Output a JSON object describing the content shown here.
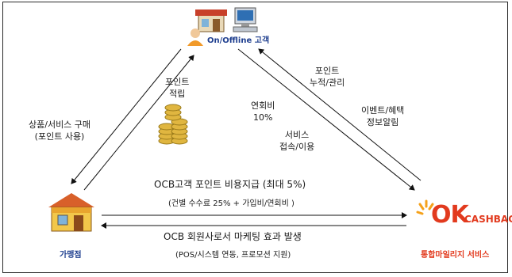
{
  "nodes": {
    "customer": "On/Offline 고객",
    "merchant": "가맹점",
    "ocb_logo_ok": "OK",
    "ocb_logo_cashbag": "CASHBAG",
    "ocb_service": "통합마일리지 서비스"
  },
  "edges": {
    "merchant_to_customer": [
      "상품/서비스 구매",
      "(포인트 사용)"
    ],
    "point_earn": [
      "포인트",
      "적립"
    ],
    "annual_fee": [
      "연회비",
      "10%"
    ],
    "service_use": [
      "서비스",
      "접속/이용"
    ],
    "point_manage": [
      "포인트",
      "누적/관리"
    ],
    "event_benefit": [
      "이벤트/혜택",
      "정보알림"
    ],
    "ocb_payment": "OCB고객 포인트 비용지급 (최대 5%)",
    "ocb_payment_sub": "(건별 수수료 25% + 가입비/연회비 )",
    "marketing": "OCB 회원사로서 마케팅 효과 발생",
    "marketing_sub": "(POS/시스템 연동, 프로모션 지원)"
  },
  "colors": {
    "customer_label": "#1f3f8f",
    "merchant_label": "#1f3f8f",
    "ok_orange": "#f07a1a",
    "ok_red": "#e23a1e"
  }
}
